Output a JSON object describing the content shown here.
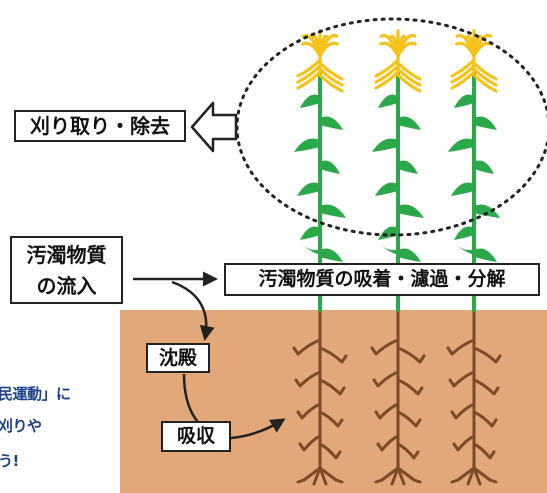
{
  "labels": {
    "cut_remove": "刈り取り・除去",
    "inflow_line1": "汚濁物質",
    "inflow_line2": "の流入",
    "adsorb": "汚濁物質の吸着・濾過・分解",
    "settle": "沈殿",
    "absorb": "吸収"
  },
  "side_text": {
    "line1": "民運動」に",
    "line2": "刈りや",
    "line3": "う!"
  },
  "colors": {
    "soil": "#e2a87a",
    "leaf": "#2aa84a",
    "stem": "#2aa84a",
    "flower": "#f6c21a",
    "root": "#7a4a2a",
    "outline": "#222222",
    "side_text": "#1c3f8c"
  },
  "plants": {
    "count": 3
  }
}
